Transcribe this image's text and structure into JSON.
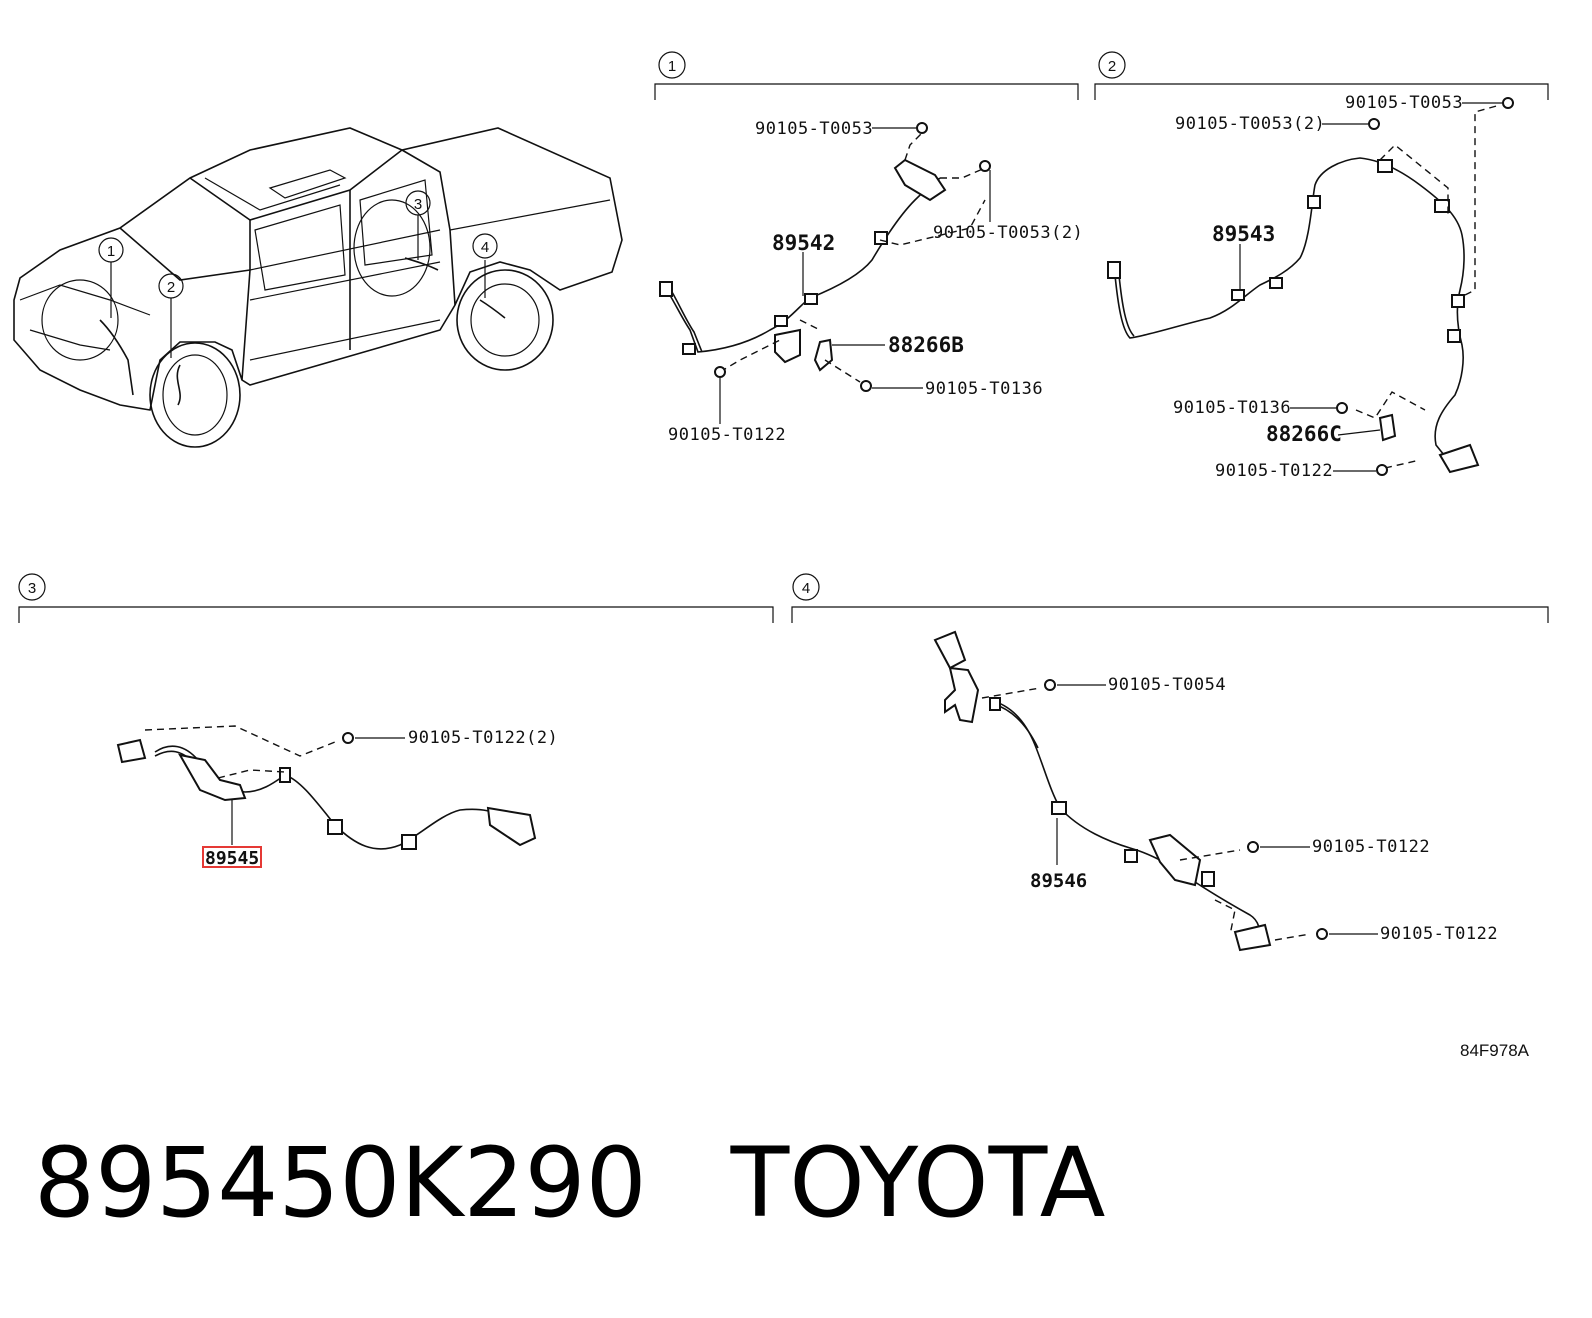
{
  "diagram": {
    "sections": [
      {
        "id": "1",
        "label": "1"
      },
      {
        "id": "2",
        "label": "2"
      },
      {
        "id": "3",
        "label": "3"
      },
      {
        "id": "4",
        "label": "4"
      }
    ],
    "vehicle_callouts": [
      "1",
      "2",
      "3",
      "4"
    ],
    "section1": {
      "main_part": "89542",
      "bracket": "88266B",
      "bolts": [
        "90105-T0053",
        "90105-T0053(2)",
        "90105-T0136",
        "90105-T0122"
      ]
    },
    "section2": {
      "main_part": "89543",
      "bracket": "88266C",
      "bolts": [
        "90105-T0053",
        "90105-T0053(2)",
        "90105-T0136",
        "90105-T0122"
      ]
    },
    "section3": {
      "main_part": "89545",
      "bolts": [
        "90105-T0122(2)"
      ]
    },
    "section4": {
      "main_part": "89546",
      "bolts": [
        "90105-T0054",
        "90105-T0122",
        "90105-T0122"
      ]
    },
    "figure_code": "84F978A"
  },
  "footer": {
    "part_number": "895450K290",
    "brand": "TOYOTA"
  },
  "colors": {
    "highlight": "#e53935",
    "line": "#111111"
  }
}
